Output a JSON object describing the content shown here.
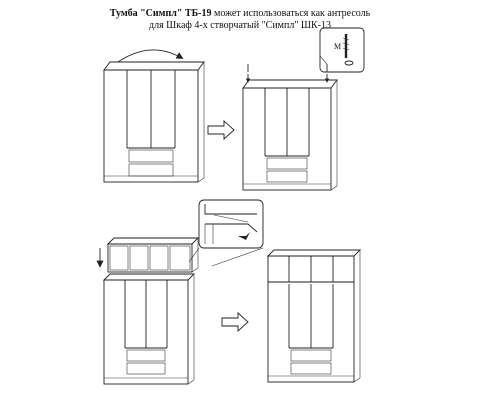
{
  "caption": {
    "bold": "Тумба \"Симпл\" ТБ-19",
    "line1_rest": " может использоваться как антресоль",
    "line2": "для Шкаф 4-х створчатый \"Симпл\" ШК-13"
  },
  "detail": {
    "label": "M"
  },
  "colors": {
    "line": "#222222",
    "fill_top": "#d9d9d9",
    "fill_cabinet": "#cfcfcf",
    "background": "#ffffff"
  },
  "icons": [
    "curved-arrow-icon",
    "right-arrow-icon",
    "down-arrow-icon",
    "screw-icon",
    "dowel-icon"
  ]
}
